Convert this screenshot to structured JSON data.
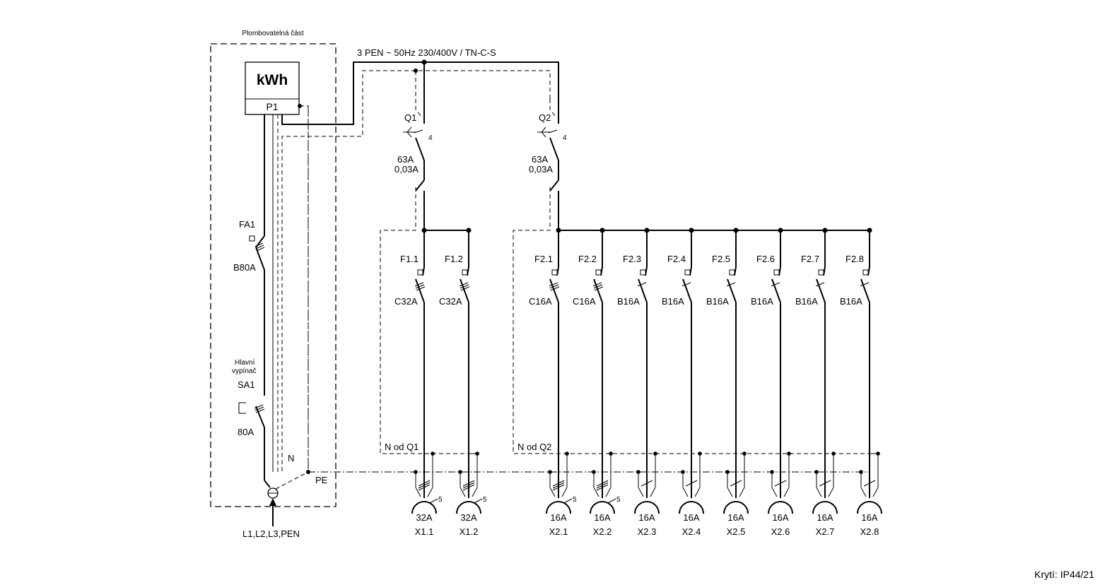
{
  "sealed_part_label": "Plombovatelná část",
  "supply_spec": "3 PEN ~ 50Hz  230/400V / TN-C-S",
  "meter": {
    "unit": "kWh",
    "ref": "P1"
  },
  "main_breaker": {
    "ref": "FA1",
    "rating": "B80A"
  },
  "main_switch": {
    "caption_line1": "Hlavní",
    "caption_line2": "vypínač",
    "ref": "SA1",
    "rating": "80A"
  },
  "incoming": {
    "label": "L1,L2,L3,PEN",
    "n_label": "N",
    "pe_label": "PE"
  },
  "rcds": [
    {
      "ref": "Q1",
      "poles": "4",
      "rating": "63A",
      "sensitivity": "0,03A",
      "neutral_label": "N od Q1"
    },
    {
      "ref": "Q2",
      "poles": "4",
      "rating": "63A",
      "sensitivity": "0,03A",
      "neutral_label": "N od Q2"
    }
  ],
  "breakers": [
    {
      "ref": "F1.1",
      "rating": "C32A"
    },
    {
      "ref": "F1.2",
      "rating": "C32A"
    },
    {
      "ref": "F2.1",
      "rating": "C16A"
    },
    {
      "ref": "F2.2",
      "rating": "C16A"
    },
    {
      "ref": "F2.3",
      "rating": "B16A"
    },
    {
      "ref": "F2.4",
      "rating": "B16A"
    },
    {
      "ref": "F2.5",
      "rating": "B16A"
    },
    {
      "ref": "F2.6",
      "rating": "B16A"
    },
    {
      "ref": "F2.7",
      "rating": "B16A"
    },
    {
      "ref": "F2.8",
      "rating": "B16A"
    }
  ],
  "sockets": [
    {
      "ref": "X1.1",
      "rating": "32A",
      "poles": "5"
    },
    {
      "ref": "X1.2",
      "rating": "32A",
      "poles": "5"
    },
    {
      "ref": "X2.1",
      "rating": "16A",
      "poles": "5"
    },
    {
      "ref": "X2.2",
      "rating": "16A",
      "poles": "5"
    },
    {
      "ref": "X2.3",
      "rating": "16A",
      "poles": ""
    },
    {
      "ref": "X2.4",
      "rating": "16A",
      "poles": ""
    },
    {
      "ref": "X2.5",
      "rating": "16A",
      "poles": ""
    },
    {
      "ref": "X2.6",
      "rating": "16A",
      "poles": ""
    },
    {
      "ref": "X2.7",
      "rating": "16A",
      "poles": ""
    },
    {
      "ref": "X2.8",
      "rating": "16A",
      "poles": ""
    }
  ],
  "protection": "Krytí: IP44/21"
}
